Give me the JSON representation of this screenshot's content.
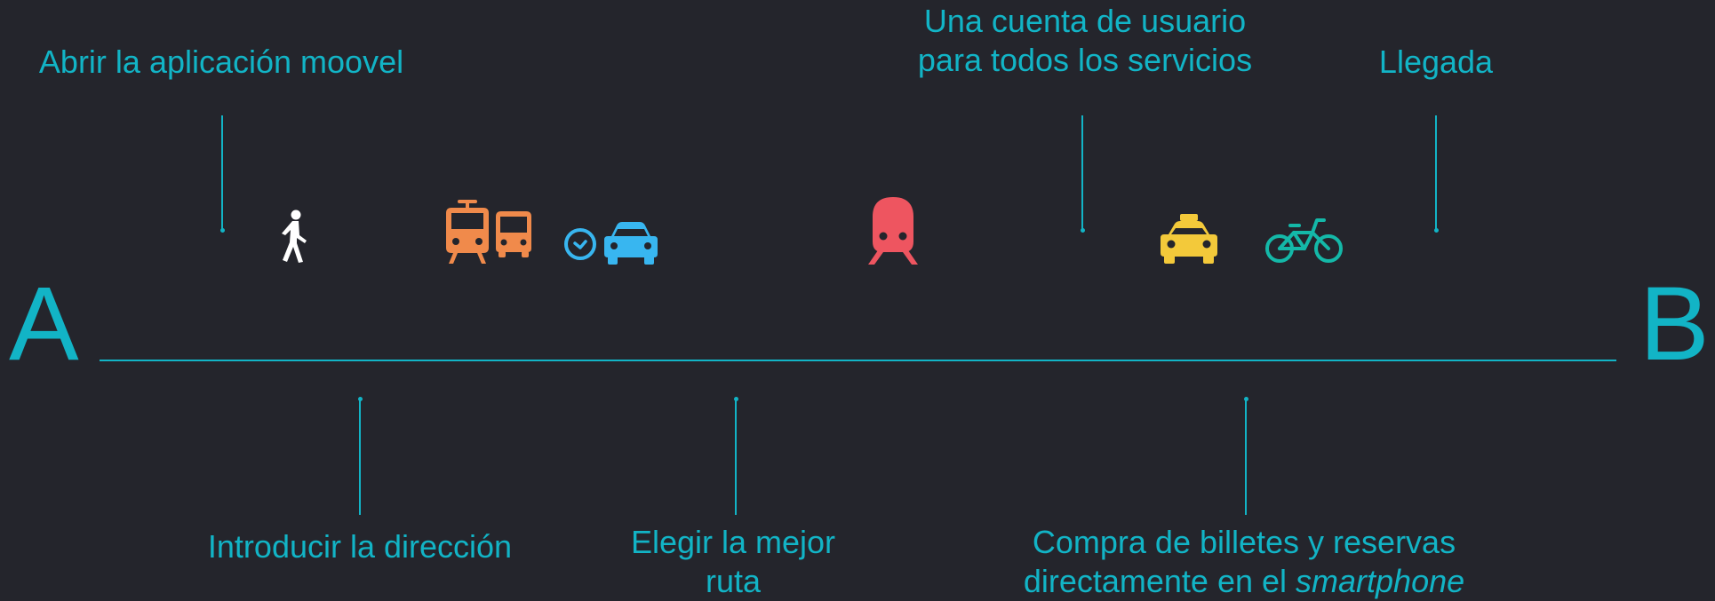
{
  "endpoints": {
    "start": "A",
    "end": "B"
  },
  "steps_above": [
    {
      "lines": [
        "Abrir la aplicación moovel"
      ]
    },
    {
      "lines": [
        "Una cuenta de usuario",
        "para todos los servicios"
      ]
    },
    {
      "lines": [
        "Llegada"
      ]
    }
  ],
  "steps_below": [
    {
      "lines": [
        "Introducir la dirección"
      ]
    },
    {
      "lines": [
        "Elegir la mejor",
        "ruta"
      ]
    },
    {
      "line1": "Compra de billetes y reservas",
      "line2_prefix": "directamente en el ",
      "line2_emphasis": "smartphone"
    }
  ],
  "icons": [
    {
      "name": "walking-person-icon",
      "color": "#ffffff"
    },
    {
      "name": "tram-icon",
      "color": "#f08a4b"
    },
    {
      "name": "bus-icon",
      "color": "#f08a4b"
    },
    {
      "name": "clock-icon",
      "color": "#38b6f0"
    },
    {
      "name": "car-icon",
      "color": "#38b6f0"
    },
    {
      "name": "train-icon",
      "color": "#ee5560"
    },
    {
      "name": "taxi-icon",
      "color": "#f3c93a"
    },
    {
      "name": "bicycle-icon",
      "color": "#14b8a8"
    }
  ],
  "colors": {
    "background": "#24252c",
    "accent": "#12b4c6"
  }
}
